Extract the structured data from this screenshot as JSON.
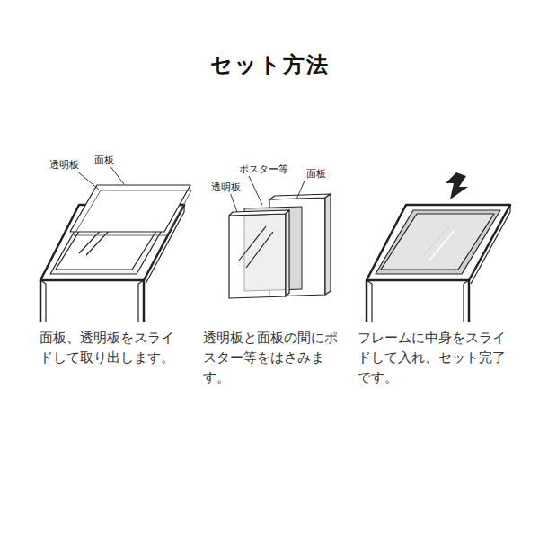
{
  "diagram": {
    "title": "セット方法",
    "labels": [
      "透明板",
      "面板",
      "ポスター等",
      "面板",
      "透明板",
      "面板、透明板をスライドして取り出します。",
      "透明板と面板の間にポスター等をはさみます。",
      "フレームに中身をスライドして入れ、セット完了です。"
    ]
  }
}
